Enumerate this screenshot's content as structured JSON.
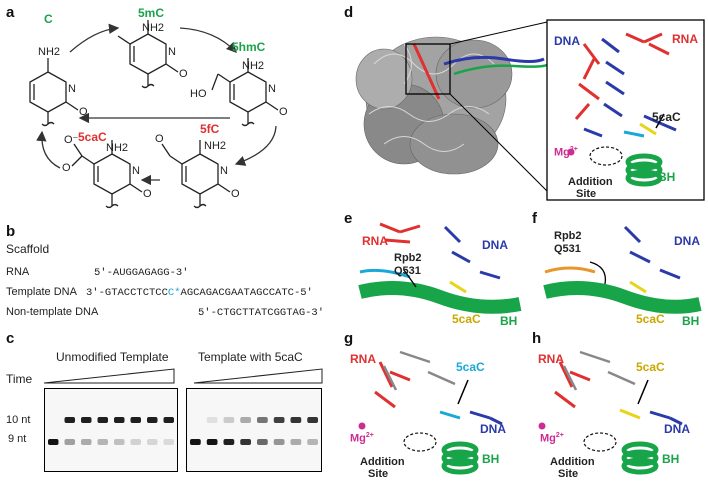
{
  "panels": {
    "a": {
      "label": "a",
      "nucleotides": [
        {
          "name": "C",
          "color": "#1aa34a"
        },
        {
          "name": "5mC",
          "color": "#1aa34a"
        },
        {
          "name": "5hmC",
          "color": "#1aa34a"
        },
        {
          "name": "5fC",
          "color": "#e03030"
        },
        {
          "name": "5caC",
          "color": "#e03030"
        }
      ],
      "atoms": {
        "nh2": "NH2",
        "n": "N",
        "o": "O",
        "ho": "HO",
        "ominus": "O⁻"
      }
    },
    "b": {
      "label": "b",
      "title": "Scaffold",
      "rows": [
        {
          "name": "RNA",
          "seq": "5'-AUGGAGAGG-3'"
        },
        {
          "name": "Template DNA",
          "seq_pre": "3'-GTACCTCTCC",
          "seq_mark": "C*",
          "seq_post": "AGCAGACGAATAGCCATC-5'"
        },
        {
          "name": "Non-template DNA",
          "seq": "5'-CTGCTTATCGGTAG-3'"
        }
      ]
    },
    "c": {
      "label": "c",
      "left_title": "Unmodified Template",
      "right_title": "Template with 5caC",
      "time_label": "Time",
      "band_labels": [
        "10 nt",
        "9 nt"
      ],
      "left_lanes": [
        {
          "p10": 0.0,
          "p9": 1.0
        },
        {
          "p10": 0.95,
          "p9": 0.35
        },
        {
          "p10": 0.95,
          "p9": 0.3
        },
        {
          "p10": 0.95,
          "p9": 0.25
        },
        {
          "p10": 0.95,
          "p9": 0.2
        },
        {
          "p10": 0.95,
          "p9": 0.12
        },
        {
          "p10": 0.95,
          "p9": 0.1
        },
        {
          "p10": 0.95,
          "p9": 0.08
        }
      ],
      "right_lanes": [
        {
          "p10": 0.0,
          "p9": 1.0
        },
        {
          "p10": 0.05,
          "p9": 1.0
        },
        {
          "p10": 0.15,
          "p9": 0.95
        },
        {
          "p10": 0.3,
          "p9": 0.85
        },
        {
          "p10": 0.55,
          "p9": 0.6
        },
        {
          "p10": 0.8,
          "p9": 0.4
        },
        {
          "p10": 0.85,
          "p9": 0.3
        },
        {
          "p10": 0.85,
          "p9": 0.25
        }
      ]
    },
    "d": {
      "label": "d",
      "rna": "RNA",
      "dna": "DNA",
      "cac": "5caC",
      "mg": "Mg",
      "mg_charge": "2+",
      "addition1": "Addition",
      "addition2": "Site",
      "bh": "BH"
    },
    "e": {
      "label": "e",
      "rna": "RNA",
      "dna": "DNA",
      "rpb": "Rpb2",
      "q": "Q531",
      "cac": "5caC",
      "bh": "BH"
    },
    "f": {
      "label": "f",
      "dna": "DNA",
      "rpb": "Rpb2",
      "q": "Q531",
      "cac": "5caC",
      "bh": "BH"
    },
    "g": {
      "label": "g",
      "rna": "RNA",
      "dna": "DNA",
      "cac": "5caC",
      "mg": "Mg",
      "mg_charge": "2+",
      "addition1": "Addition",
      "addition2": "Site",
      "bh": "BH"
    },
    "h": {
      "label": "h",
      "rna": "RNA",
      "dna": "DNA",
      "cac": "5caC",
      "mg": "Mg",
      "mg_charge": "2+",
      "addition1": "Addition",
      "addition2": "Site",
      "bh": "BH"
    }
  },
  "colors": {
    "rna": "#e03030",
    "dna": "#2a3aa8",
    "helix": "#18a448",
    "cac_cyan": "#1aa8d8",
    "cac_yellow": "#e8d418",
    "mg": "#cc2d92",
    "protein": "#7a7a7a"
  }
}
